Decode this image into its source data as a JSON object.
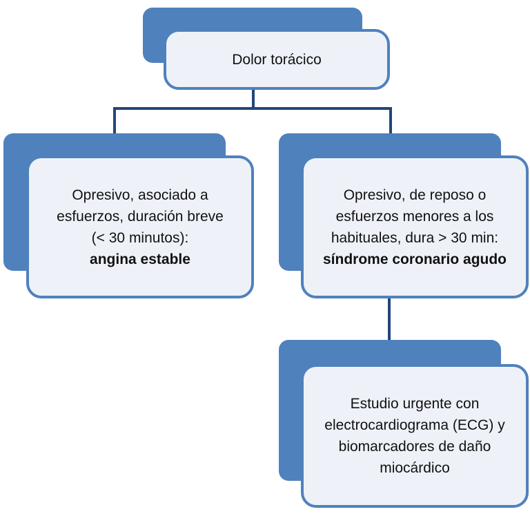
{
  "nodes": {
    "root": {
      "text": "Dolor torácico"
    },
    "left": {
      "lines": [
        "Opresivo, asociado a",
        "esfuerzos, duración breve",
        "(< 30 minutos):"
      ],
      "bold": "angina estable"
    },
    "right": {
      "lines": [
        "Opresivo, de reposo o",
        "esfuerzos menores a los",
        "habituales, dura > 30 min:"
      ],
      "bold": "síndrome coronario agudo"
    },
    "bottom": {
      "lines": [
        "Estudio urgente con",
        "electrocardiograma (ECG) y",
        "biomarcadores de daño",
        "miocárdico"
      ]
    }
  },
  "colors": {
    "accent": "#4f81bd",
    "fill": "#eef2f8",
    "connector": "#23457a"
  }
}
